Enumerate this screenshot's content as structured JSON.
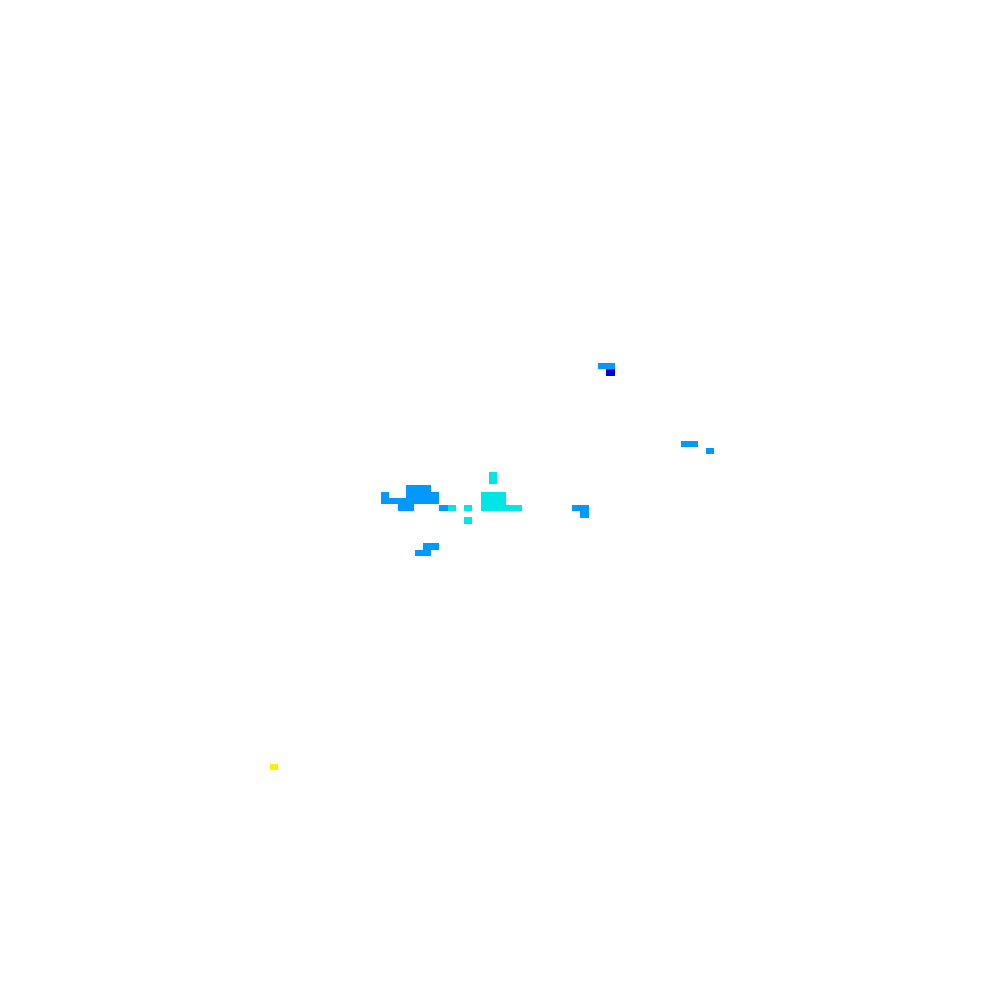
{
  "canvas": {
    "background": "#ffffff"
  },
  "palette": {
    "azure": "#0099ff",
    "cyan": "#00e5e5",
    "dark_blue": "#0000dd",
    "yellow": "#ffee00"
  },
  "clusters": [
    {
      "name": "upper-right-cluster",
      "colors": [
        "azure",
        "dark_blue"
      ]
    },
    {
      "name": "right-cluster",
      "colors": [
        "azure"
      ]
    },
    {
      "name": "central-left-cluster",
      "colors": [
        "azure"
      ]
    },
    {
      "name": "central-cyan-cluster",
      "colors": [
        "cyan"
      ]
    },
    {
      "name": "central-right-cluster",
      "colors": [
        "azure"
      ]
    },
    {
      "name": "lower-left-cluster",
      "colors": [
        "azure"
      ]
    },
    {
      "name": "isolated-yellow-cell",
      "colors": [
        "yellow"
      ]
    }
  ]
}
